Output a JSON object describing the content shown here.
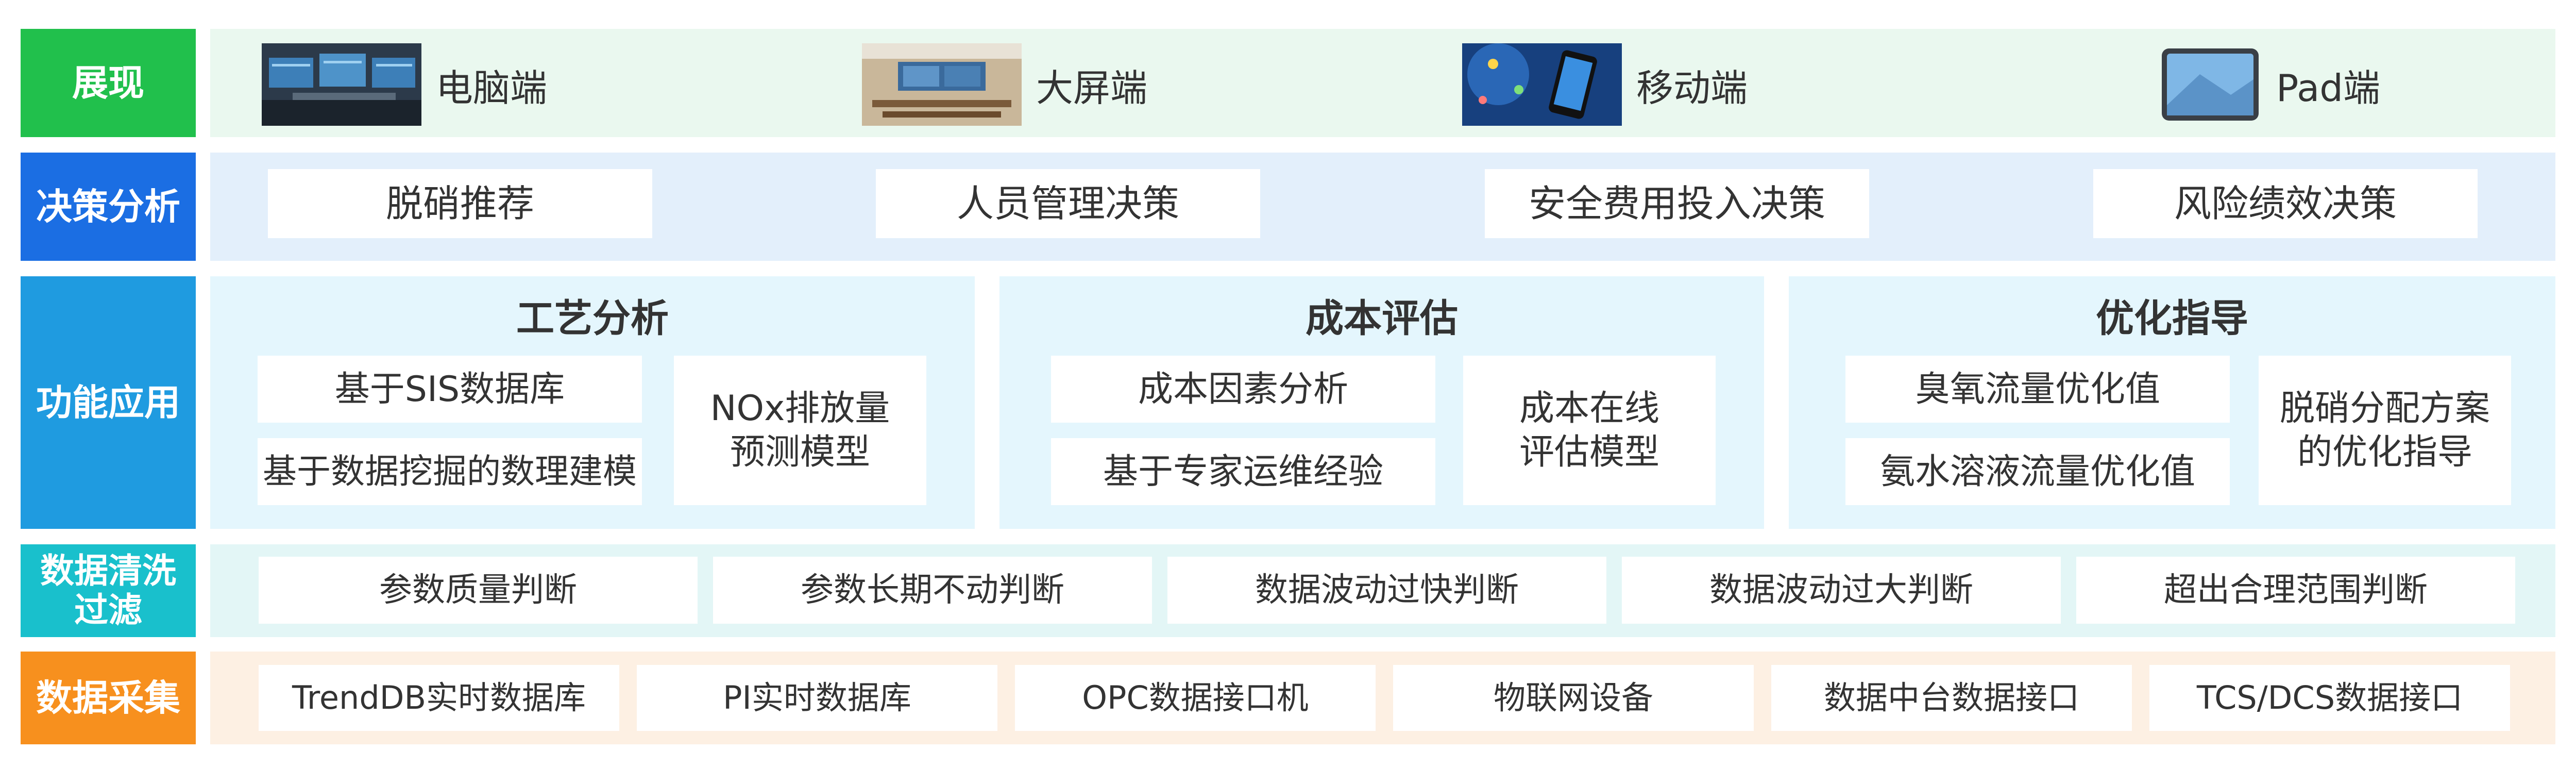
{
  "layers": {
    "display": {
      "label": "展现",
      "color": "#21c04c",
      "panel_bg": "#eaf8ef",
      "devices": [
        {
          "name": "电脑端",
          "icon": "desktop-monitors-icon"
        },
        {
          "name": "大屏端",
          "icon": "control-room-icon"
        },
        {
          "name": "移动端",
          "icon": "smartphone-icon"
        },
        {
          "name": "Pad端",
          "icon": "tablet-icon"
        }
      ]
    },
    "decision": {
      "label": "决策分析",
      "color": "#1b6ee3",
      "panel_bg": "#e3effb",
      "items": [
        "脱硝推荐",
        "人员管理决策",
        "安全费用投入决策",
        "风险绩效决策"
      ]
    },
    "function": {
      "label": "功能应用",
      "color": "#1f9be0",
      "panel_bg": "#ffffff",
      "groups": [
        {
          "title": "工艺分析",
          "left": [
            "基于SIS数据库",
            "基于数据挖掘的数理建模"
          ],
          "right": [
            "NOx排放量",
            "预测模型"
          ]
        },
        {
          "title": "成本评估",
          "left": [
            "成本因素分析",
            "基于专家运维经验"
          ],
          "right": [
            "成本在线",
            "评估模型"
          ]
        },
        {
          "title": "优化指导",
          "left": [
            "臭氧流量优化值",
            "氨水溶液流量优化值"
          ],
          "right": [
            "脱硝分配方案",
            "的优化指导"
          ]
        }
      ]
    },
    "cleaning": {
      "label_line1": "数据清洗",
      "label_line2": "过滤",
      "color": "#19c0cc",
      "panel_bg": "#e3f6f6",
      "items": [
        "参数质量判断",
        "参数长期不动判断",
        "数据波动过快判断",
        "数据波动过大判断",
        "超出合理范围判断"
      ]
    },
    "collection": {
      "label": "数据采集",
      "color": "#f7901e",
      "panel_bg": "#fdf0e3",
      "items": [
        "TrendDB实时数据库",
        "PI实时数据库",
        "OPC数据接口机",
        "物联网设备",
        "数据中台数据接口",
        "TCS/DCS数据接口"
      ]
    }
  }
}
